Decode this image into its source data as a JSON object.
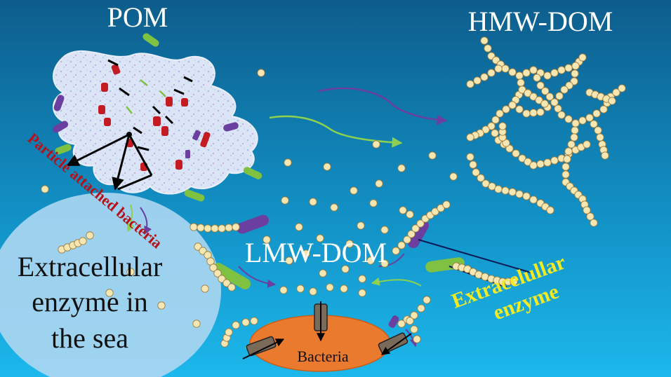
{
  "labels": {
    "pom": "POM",
    "hmw_dom": "HMW-DOM",
    "lmw_dom": "LMW-DOM",
    "particle_attached_bacteria": "Particle attached bacteria",
    "sea_line1": "Extracellular",
    "sea_line2": "enzyme in",
    "sea_line3": "the sea",
    "extracellular_line1": "Extracelullar",
    "extracellular_line2": "enzyme",
    "bacteria": "Bacteria"
  },
  "colors": {
    "background_top": "#0d5d8c",
    "background_bottom": "#1bb6ea",
    "pom_fill": "#d6e2f5",
    "sea_bubble": "#a9d6f1",
    "bacteria_cell": "#ea7a2e",
    "monomer_bead": "#f6e6b2",
    "bead_stroke": "#9a7a3c",
    "enzyme_green": "#7fc242",
    "enzyme_purple": "#6a3fa0",
    "red_label": "#b3121b",
    "yellow_label": "#f2ea23"
  }
}
